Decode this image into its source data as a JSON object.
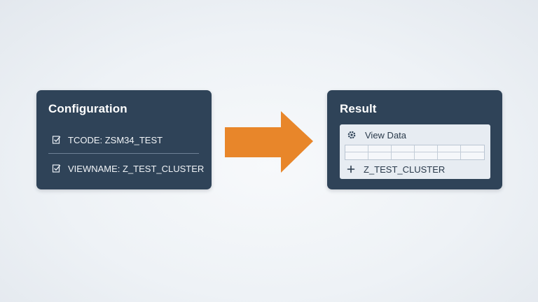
{
  "config": {
    "title": "Configuration",
    "rows": [
      {
        "label": "TCODE: ZSM34_TEST",
        "icon": "checkbox-checked-icon"
      },
      {
        "label": "VIEWNAME: Z_TEST_CLUSTER",
        "icon": "checkbox-checked-icon"
      }
    ]
  },
  "result": {
    "title": "Result",
    "view_data_label": "View Data",
    "view_data_icon": "gear-icon",
    "grid": {
      "columns": 6,
      "rows": 2
    },
    "cluster_label": "Z_TEST_CLUSTER",
    "cluster_icon": "plus-icon"
  },
  "colors": {
    "card_bg": "#2f4358",
    "arrow": "#e8862a",
    "panel_bg": "#e7ecf2"
  }
}
